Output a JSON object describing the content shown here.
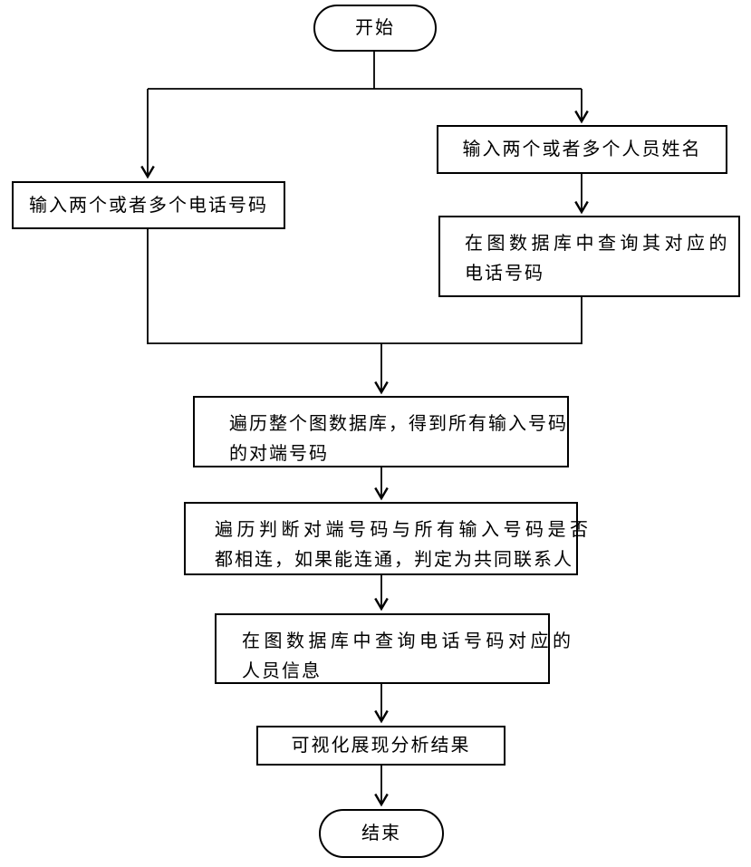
{
  "diagram": {
    "type": "flowchart",
    "colors": {
      "line": "#000000",
      "background": "#ffffff",
      "text": "#000000"
    },
    "nodes": {
      "start": {
        "shape": "terminator",
        "label": "开始"
      },
      "input_phones": {
        "shape": "process",
        "label": "输入两个或者多个电话号码"
      },
      "input_names": {
        "shape": "process",
        "label": "输入两个或者多个人员姓名"
      },
      "query_phone_by_name": {
        "shape": "process",
        "lines": [
          "在图数据库中查询其对应的",
          "电话号码"
        ]
      },
      "traverse_db": {
        "shape": "process",
        "lines": [
          "遍历整个图数据库，得到所有输入号码",
          "的对端号码"
        ]
      },
      "judge_common_contact": {
        "shape": "process",
        "lines": [
          "遍历判断对端号码与所有输入号码是否",
          "都相连，如果能连通，判定为共同联系人"
        ]
      },
      "query_person_info": {
        "shape": "process",
        "lines": [
          "在图数据库中查询电话号码对应的",
          "人员信息"
        ]
      },
      "visualize": {
        "shape": "process",
        "label": "可视化展现分析结果"
      },
      "end": {
        "shape": "terminator",
        "label": "结束"
      }
    },
    "edges": [
      {
        "from": "start",
        "to": "input_phones"
      },
      {
        "from": "start",
        "to": "input_names"
      },
      {
        "from": "input_names",
        "to": "query_phone_by_name"
      },
      {
        "from": "input_phones",
        "to": "traverse_db"
      },
      {
        "from": "query_phone_by_name",
        "to": "traverse_db"
      },
      {
        "from": "traverse_db",
        "to": "judge_common_contact"
      },
      {
        "from": "judge_common_contact",
        "to": "query_person_info"
      },
      {
        "from": "query_person_info",
        "to": "visualize"
      },
      {
        "from": "visualize",
        "to": "end"
      }
    ]
  }
}
